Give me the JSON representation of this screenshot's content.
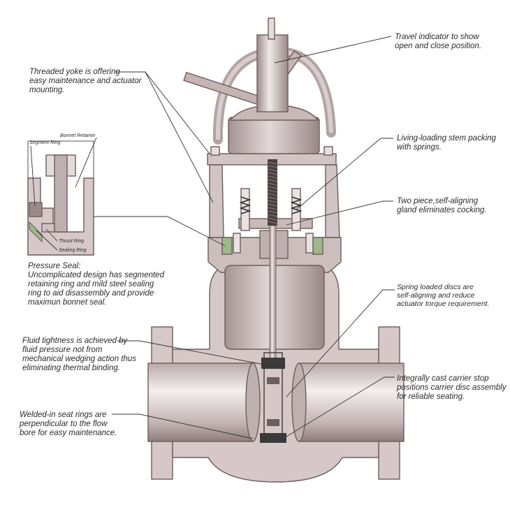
{
  "callouts": {
    "travel_indicator": [
      "Travel indicator to show",
      "open and close position."
    ],
    "threaded_yoke": [
      "Threaded yoke is offering",
      "easy maintenance and actuator",
      "mounting."
    ],
    "live_loading": [
      "Living-loading stem packing",
      "with springs."
    ],
    "two_piece_gland": [
      "Two piece,self-aligning",
      "gland eliminates cocking."
    ],
    "pressure_seal": [
      "Pressure Seal:",
      "Uncomplicated design has segmented",
      "retaining ring and mild steel sealing",
      "ring to aid disassembly and provide",
      "maximun bonnet seal."
    ],
    "spring_discs": [
      "Spring loaded discs are",
      "self-aligning and reduce",
      "actuator torque requirement."
    ],
    "fluid_tightness": [
      "Fluid tightness is achieved by",
      "fluid pressure not from",
      "mechanical wedging action thus",
      "eliminating thermal binding."
    ],
    "carrier_stop": [
      "Integrally cast carrier stop",
      "positions carrier disc assembly",
      "for reliable seating."
    ],
    "seat_rings": [
      "Welded-in seat rings are",
      "perpendicular to the flow",
      "bore for easy maintenance."
    ]
  },
  "detail_labels": {
    "bonnet_retainer": "Bonnet Retainer",
    "segment_ring": "Segment Ring",
    "thrust_ring": "Thrust Ring",
    "sealing_ring": "Sealing Ring"
  },
  "colors": {
    "body": "#d6c8c8",
    "body_dark": "#a89696",
    "outline": "#6e5c5c",
    "accent_green": "#9db88a",
    "dark_part": "#3a3a3a"
  }
}
